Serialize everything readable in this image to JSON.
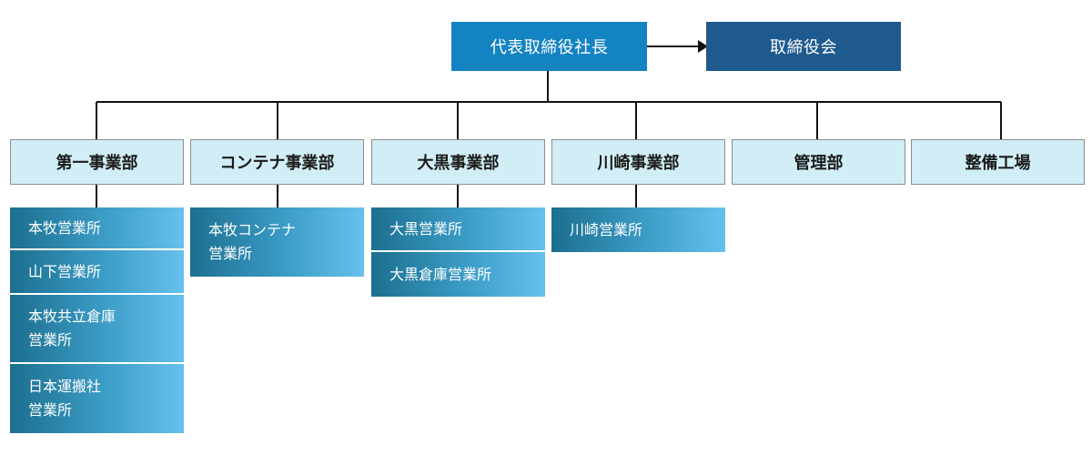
{
  "top": {
    "president_label": "代表取締役社長",
    "board_label": "取締役会"
  },
  "departments": [
    {
      "label": "第一事業部",
      "offices": [
        {
          "lines": [
            "本牧営業所"
          ]
        },
        {
          "lines": [
            "山下営業所"
          ]
        },
        {
          "lines": [
            "本牧共立倉庫",
            "営業所"
          ]
        },
        {
          "lines": [
            "日本運搬社",
            "営業所"
          ]
        }
      ]
    },
    {
      "label": "コンテナ事業部",
      "offices": [
        {
          "lines": [
            "本牧コンテナ",
            "営業所"
          ]
        }
      ]
    },
    {
      "label": "大黒事業部",
      "offices": [
        {
          "lines": [
            "大黒営業所"
          ]
        },
        {
          "lines": [
            "大黒倉庫営業所"
          ]
        }
      ]
    },
    {
      "label": "川崎事業部",
      "offices": [
        {
          "lines": [
            "川崎営業所"
          ]
        }
      ]
    },
    {
      "label": "管理部",
      "offices": []
    },
    {
      "label": "整備工場",
      "offices": []
    }
  ],
  "colors": {
    "president_fill": "#1483c2",
    "board_fill": "#1f5a8e",
    "department_fill": "#d1edf5",
    "office_gradient_start": "#1c6f8f",
    "office_gradient_end": "#66c1ec",
    "connector": "#000000"
  }
}
